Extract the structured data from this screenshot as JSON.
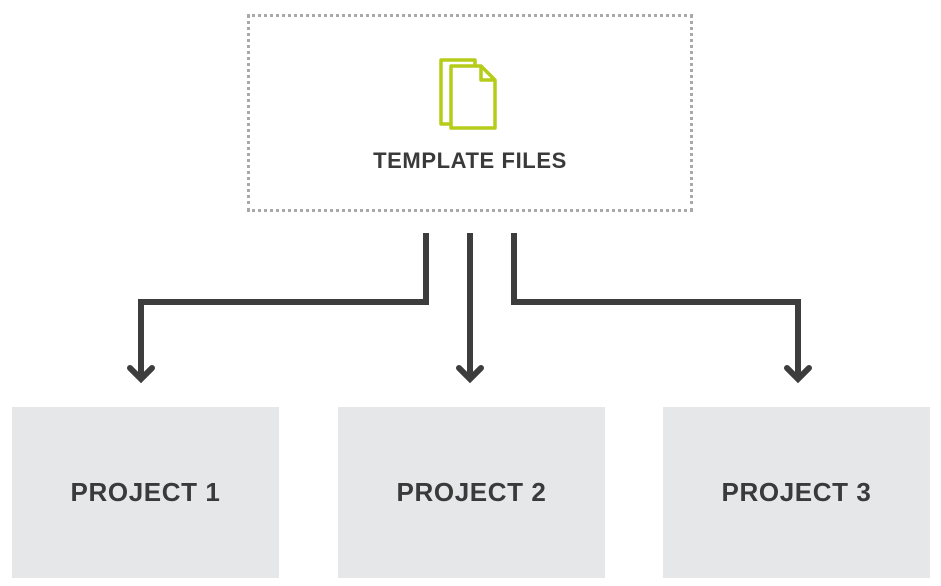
{
  "template": {
    "label": "TEMPLATE FILES",
    "icon": "documents-icon",
    "icon_color": "#b5cc18",
    "border_color": "#a9a9a9"
  },
  "connector_color": "#3d3d3d",
  "projects": [
    {
      "label": "PROJECT 1"
    },
    {
      "label": "PROJECT 2"
    },
    {
      "label": "PROJECT 3"
    }
  ],
  "colors": {
    "project_bg": "#e6e7e9",
    "text": "#3a3a3a"
  }
}
